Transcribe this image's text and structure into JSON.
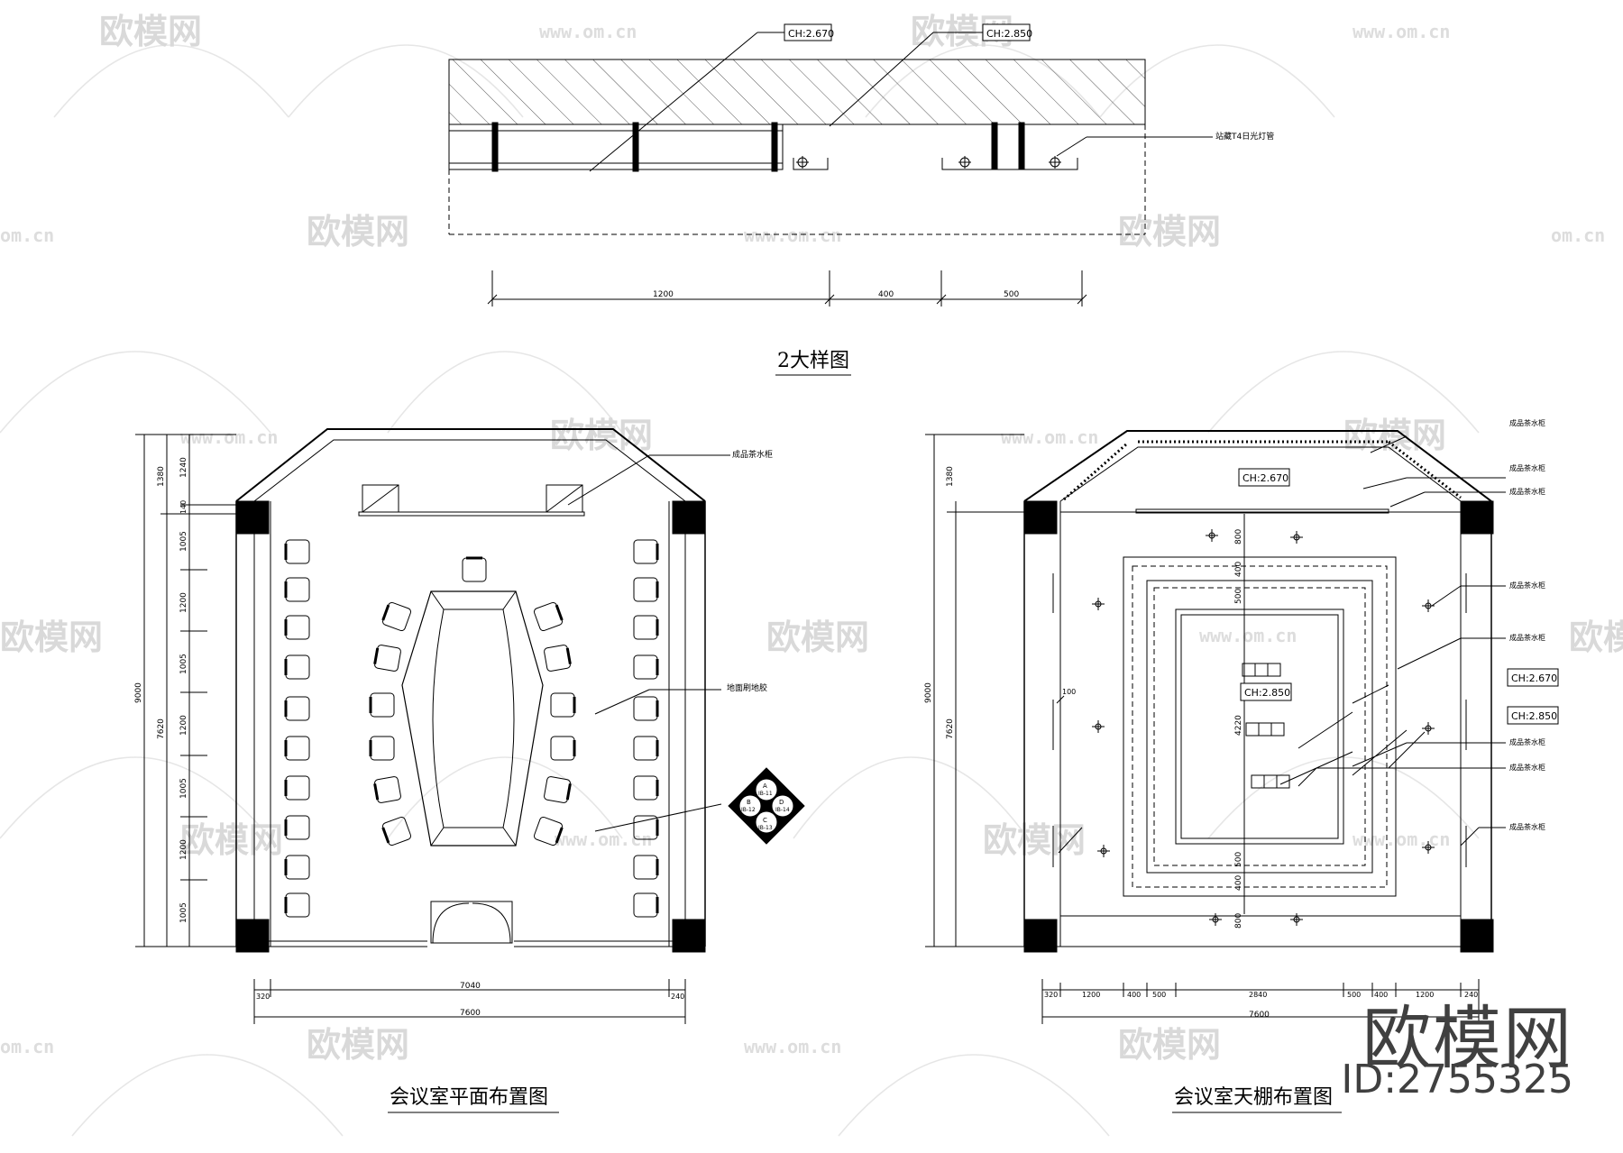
{
  "detail": {
    "title": "2大样图",
    "ch_left": "CH:2.670",
    "ch_right": "CH:2.850",
    "note": "站藏T4日光灯管",
    "dims": [
      "1200",
      "400",
      "500"
    ]
  },
  "plan": {
    "title": "会议室平面布置图",
    "label_top": "成品茶水柜",
    "label_mid": "地面刷地胶",
    "left_dims": [
      "1380",
      "1240",
      "140",
      "1005",
      "1200",
      "1005",
      "1200",
      "1005",
      "1200",
      "1005"
    ],
    "left_total_outer": "9000",
    "left_total_inner": "7620",
    "bottom_dims": [
      "320",
      "7040",
      "240"
    ],
    "bottom_total": "7600",
    "compass": [
      "A",
      "B",
      "C",
      "D",
      "IB-11",
      "IB-12",
      "IB-13",
      "IB-14"
    ]
  },
  "ceiling": {
    "title": "会议室天棚布置图",
    "ch_top": "CH:2.670",
    "ch_center": "CH:2.850",
    "ch_r1": "CH:2.670",
    "ch_r2": "CH:2.850",
    "labels": [
      "成品茶水柜",
      "成品茶水柜",
      "成品茶水柜",
      "成品茶水柜",
      "成品茶水柜",
      "成品茶水柜",
      "成品茶水柜",
      "成品茶水柜"
    ],
    "left_outer": "9000",
    "left_inner": "7620",
    "left_top": "1380",
    "wall_note": "100",
    "vdims": [
      "800",
      "400",
      "500",
      "4220",
      "500",
      "400",
      "800"
    ],
    "bottom_dims": [
      "320",
      "1200",
      "400",
      "500",
      "2840",
      "500",
      "400",
      "1200",
      "240"
    ],
    "bottom_total": "7600"
  },
  "watermark": {
    "brand": "欧模网",
    "url": "www.om.cn",
    "url_short": "om.cn",
    "id": "ID:2755325"
  }
}
